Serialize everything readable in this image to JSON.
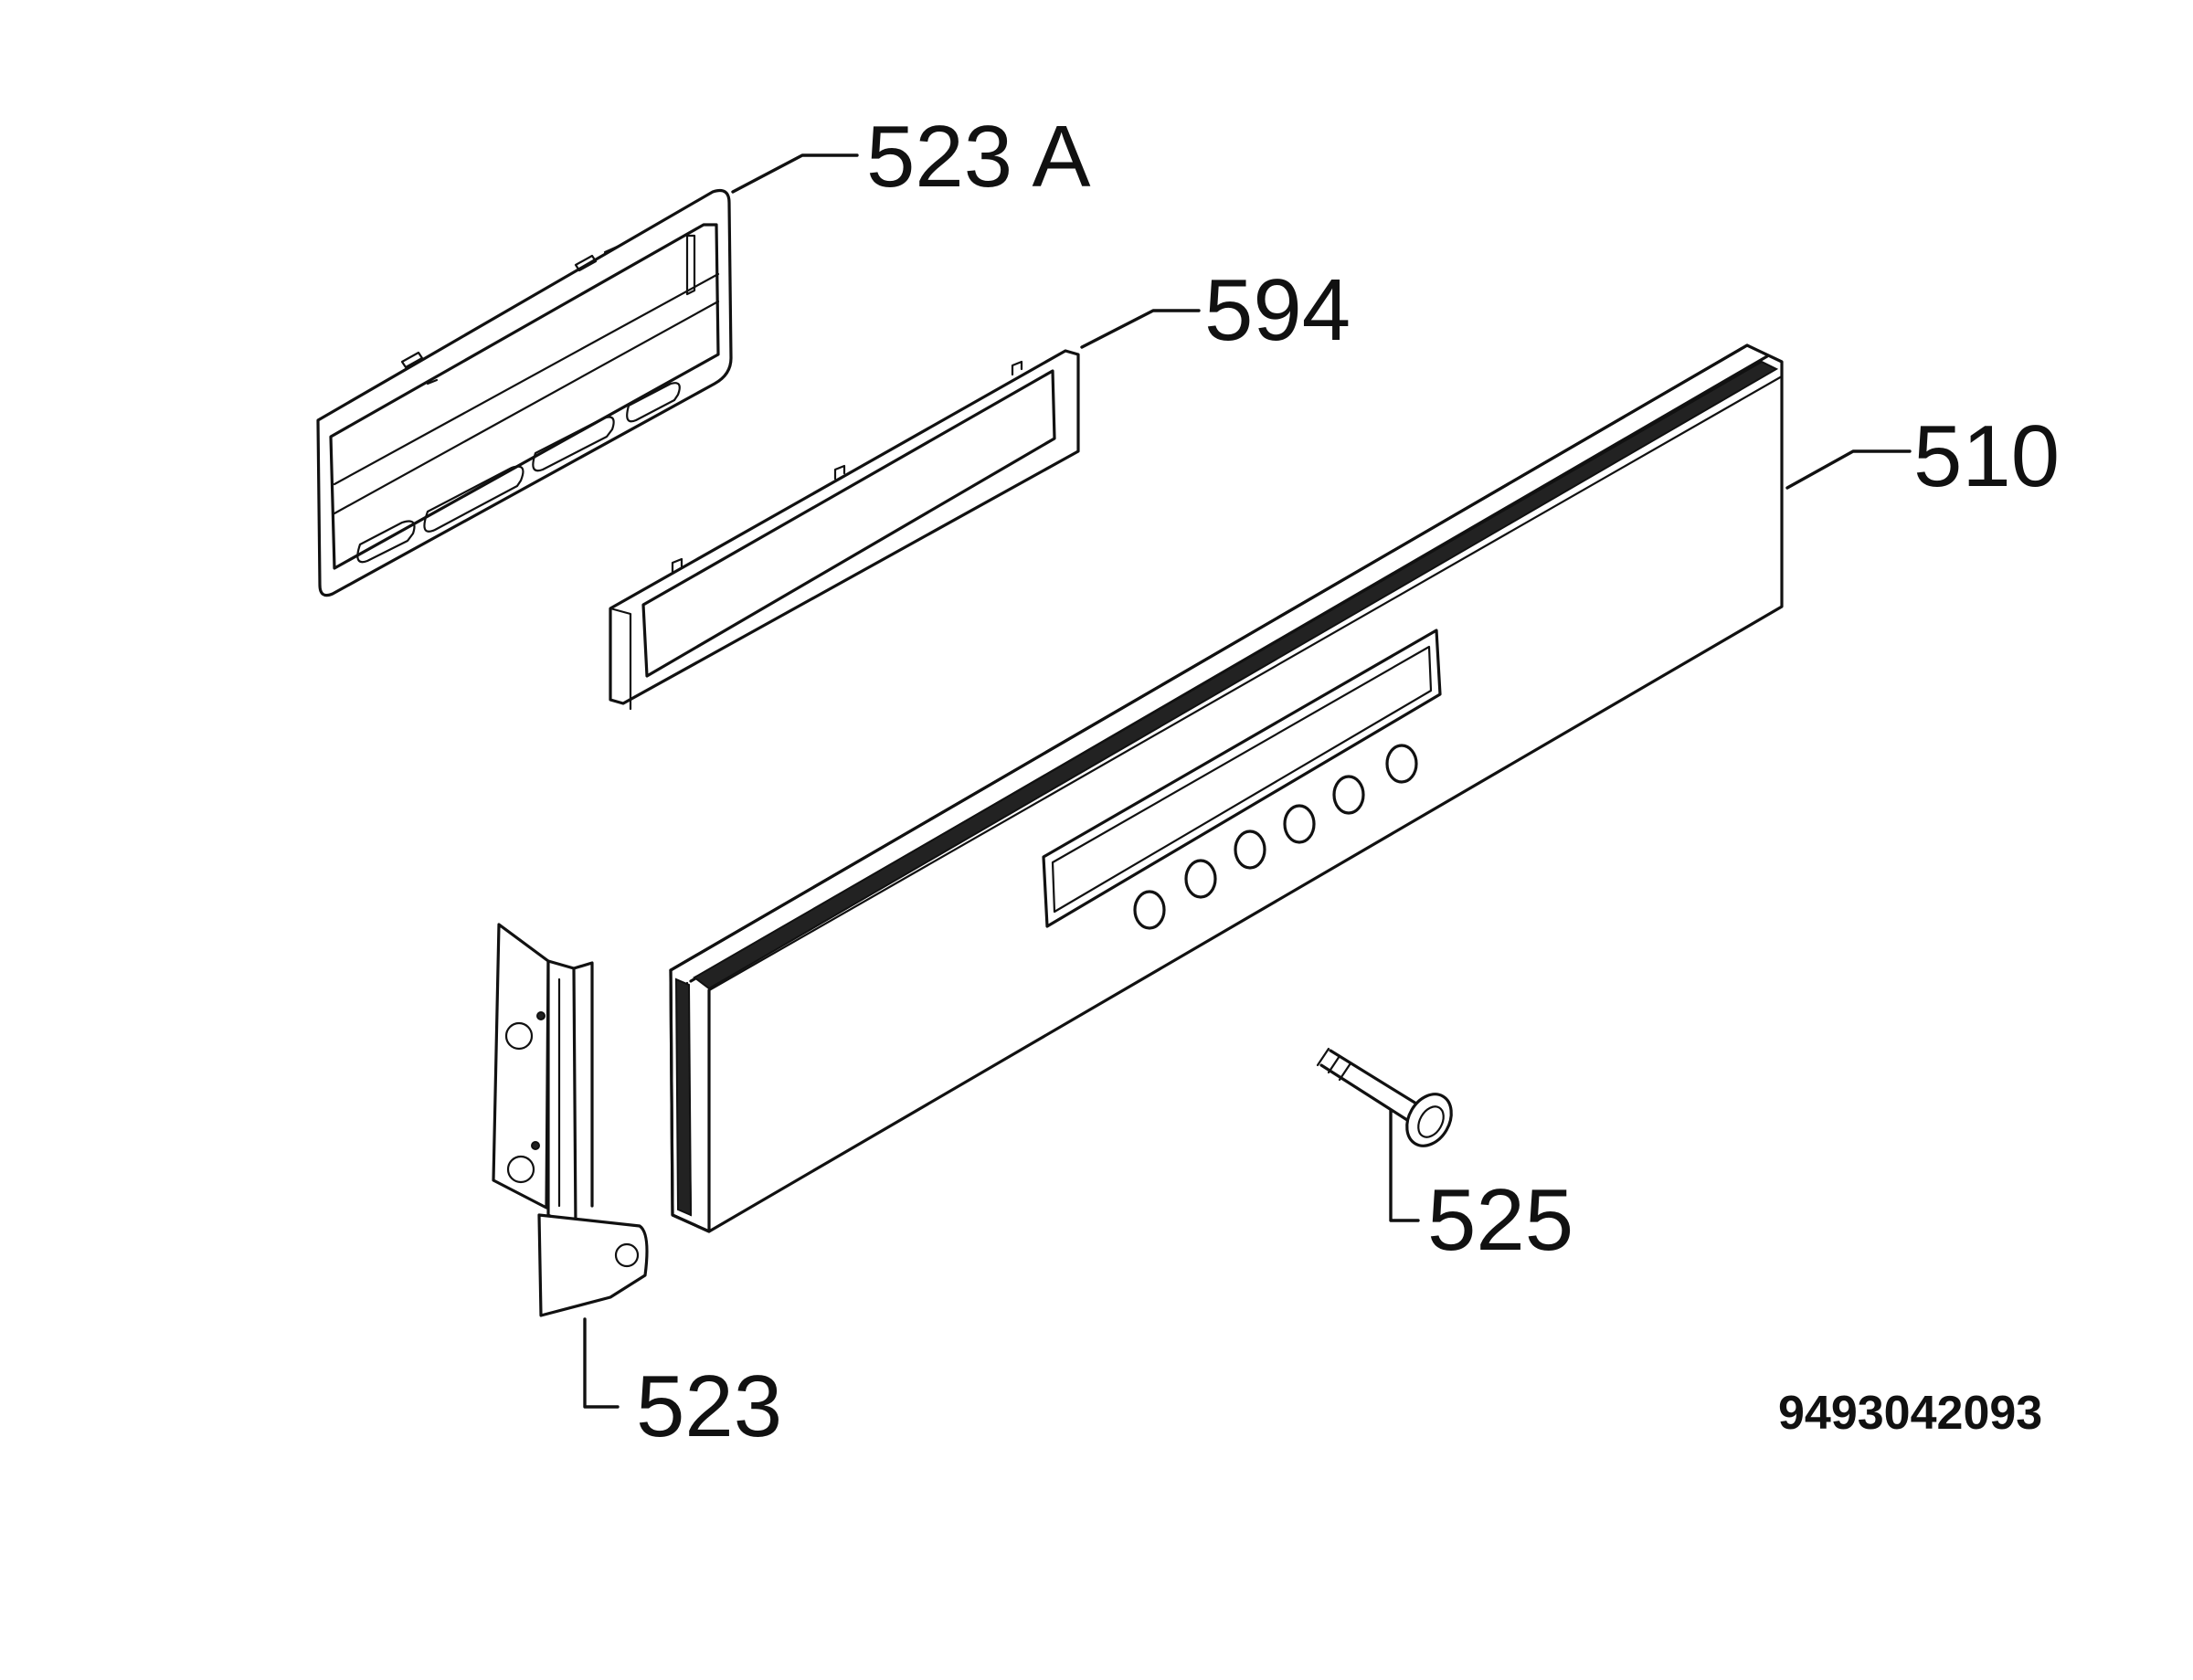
{
  "callouts": {
    "part_523a": "523 A",
    "part_594": "594",
    "part_510": "510",
    "part_525": "525",
    "part_523": "523"
  },
  "document_number": "9493042093"
}
